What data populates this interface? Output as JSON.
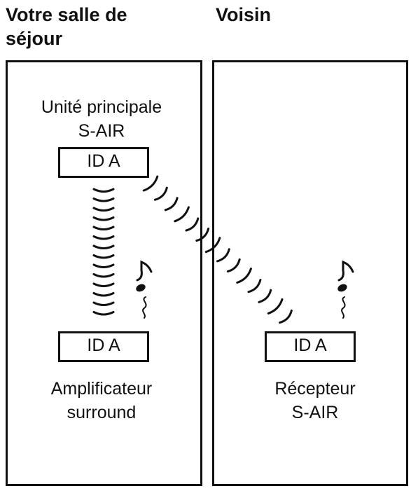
{
  "headings": {
    "left": "Votre salle de séjour",
    "right": "Voisin"
  },
  "rooms": {
    "left": {
      "main_unit": {
        "caption": "Unité principale\nS-AIR",
        "id_label": "ID A"
      },
      "amplifier": {
        "caption": "Amplificateur\nsurround",
        "id_label": "ID A"
      }
    },
    "right": {
      "receiver": {
        "caption": "Récepteur\nS-AIR",
        "id_label": "ID A"
      }
    }
  },
  "icons": {
    "signal": "radio-wave-icon",
    "note": "music-note-icon"
  }
}
